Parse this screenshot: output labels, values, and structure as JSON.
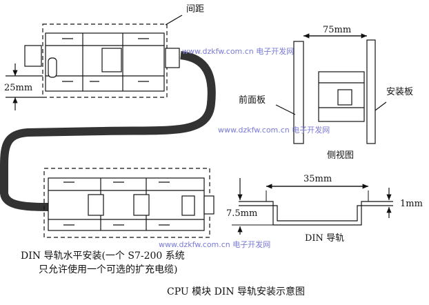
{
  "labels": {
    "spacing": "间距",
    "dim_25mm": "25mm",
    "dim_75mm": "75mm",
    "front_panel": "前面板",
    "mount_panel": "安装板",
    "side_view": "侧视图",
    "dim_35mm": "35mm",
    "dim_7_5mm": "7.5mm",
    "dim_1mm": "1mm",
    "din_rail": "DIN 导轨"
  },
  "caption": {
    "line1": "DIN 导轨水平安装(一个 S7-200 系统",
    "line2": "只允许使用一个可选的扩充电缆)",
    "figure_title": "CPU 模块 DIN 导轨安装示意图"
  },
  "watermark": {
    "url": "www.dzkfw.com.cn",
    "site": "电子开发网"
  },
  "colors": {
    "line": "#111111",
    "watermark": "#7a7ad6"
  }
}
